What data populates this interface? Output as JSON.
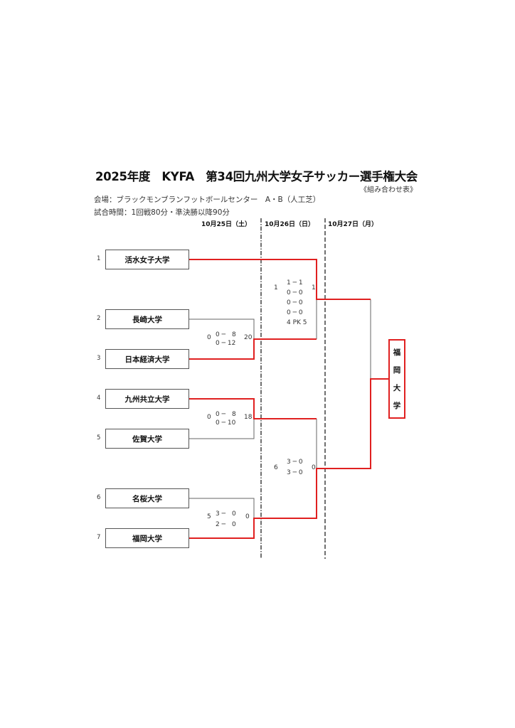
{
  "header": {
    "title": "2025年度　KYFA　第34回九州大学女子サッカー選手権大会",
    "subtitle": "《組み合わせ表》",
    "venue": "会場：ブラックモンブランフットボールセンター　A・B（人工芝）",
    "match_time": "試合時間：1回戦80分・準決勝以降90分"
  },
  "dates": [
    "10月25日（土）",
    "10月26日（日）",
    "10月27日（月）"
  ],
  "teams": [
    {
      "seed": "1",
      "name": "活水女子大学"
    },
    {
      "seed": "2",
      "name": "長崎大学"
    },
    {
      "seed": "3",
      "name": "日本経済大学"
    },
    {
      "seed": "4",
      "name": "九州共立大学"
    },
    {
      "seed": "5",
      "name": "佐賀大学"
    },
    {
      "seed": "6",
      "name": "名桜大学"
    },
    {
      "seed": "7",
      "name": "福岡大学"
    }
  ],
  "matches": {
    "r1_a": {
      "left_total": "0",
      "right_total": "20",
      "halves": [
        "0 ─　8",
        "0 ─ 12"
      ]
    },
    "r1_b": {
      "left_total": "0",
      "right_total": "18",
      "halves": [
        "0 ─　8",
        "0 ─ 10"
      ]
    },
    "r1_c": {
      "left_total": "5",
      "right_total": "0",
      "halves": [
        "3 ─　0",
        "2 ─　0"
      ]
    },
    "sf_1": {
      "left_total": "1",
      "right_total": "1",
      "halves": [
        "1 ─ 1",
        "0 ─ 0",
        "0 ─ 0",
        "0 ─ 0",
        "4 PK 5"
      ]
    },
    "sf_2": {
      "left_total": "6",
      "right_total": "0",
      "halves": [
        "3 ─ 0",
        "3 ─ 0"
      ]
    }
  },
  "champion": [
    "福",
    "岡",
    "大",
    "学"
  ],
  "colors": {
    "winner_line": "#e02020",
    "line": "#666666"
  }
}
